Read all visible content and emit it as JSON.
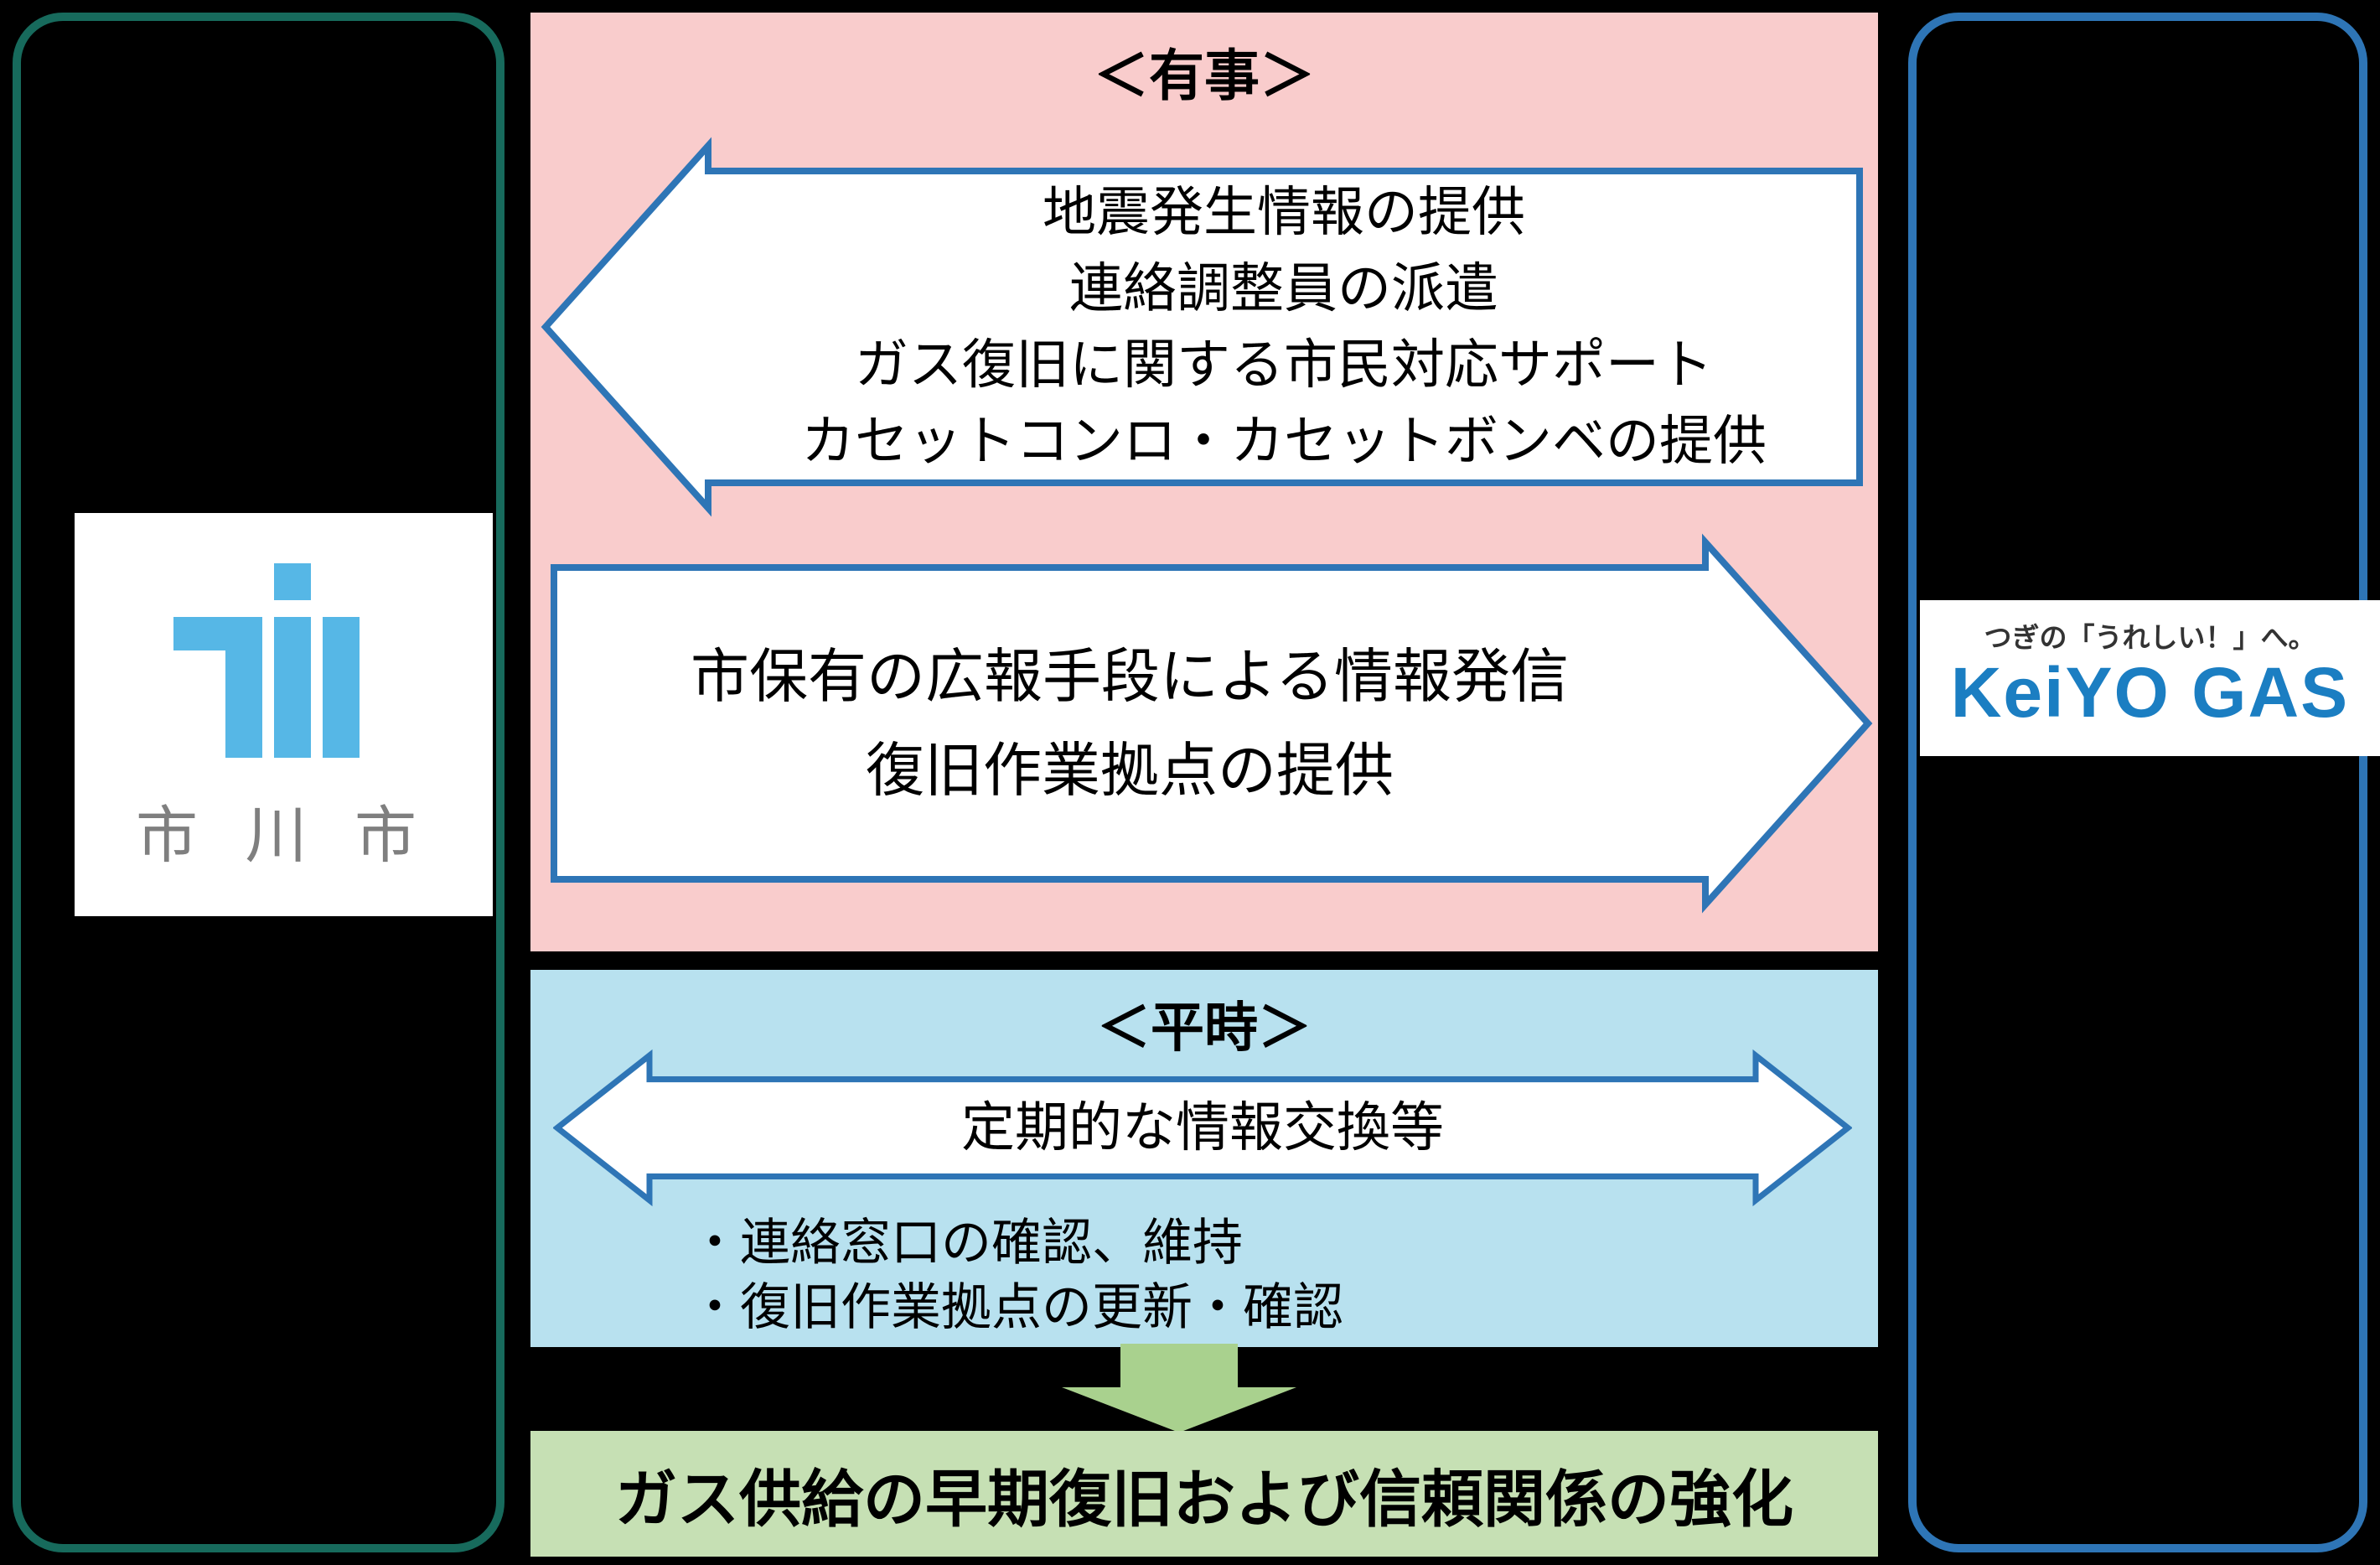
{
  "left_entity": {
    "logo_text": "市 川 市"
  },
  "right_entity": {
    "tagline": "つぎの「うれしい！」へ。",
    "logo_text": "KeiYO GAS"
  },
  "emergency_section": {
    "title": "＜有事＞",
    "to_city_arrow_lines": [
      "地震発生情報の提供",
      "連絡調整員の派遣",
      "ガス復旧に関する市民対応サポート",
      "カセットコンロ・カセットボンベの提供"
    ],
    "to_gas_arrow_lines": [
      "市保有の広報手段による情報発信",
      "復旧作業拠点の提供"
    ]
  },
  "normal_section": {
    "title": "＜平時＞",
    "arrow_label": "定期的な情報交換等",
    "bullets": [
      "・連絡窓口の確認、維持",
      "・復旧作業拠点の更新・確認"
    ]
  },
  "outcome": {
    "label": "ガス供給の早期復旧および信頼関係の強化"
  },
  "colors": {
    "emergency_bg": "#f9cccc",
    "normal_bg": "#b8e1ef",
    "outcome_bg": "#c6e0b4",
    "down_arrow_green": "#a9d18e",
    "arrow_border_blue": "#2e75b6",
    "left_panel_border": "#176a5c",
    "right_panel_border": "#2e75b6",
    "keiyo_blue": "#1b7ec2",
    "city_logo_blue": "#56b7e6",
    "background": "#000000"
  }
}
